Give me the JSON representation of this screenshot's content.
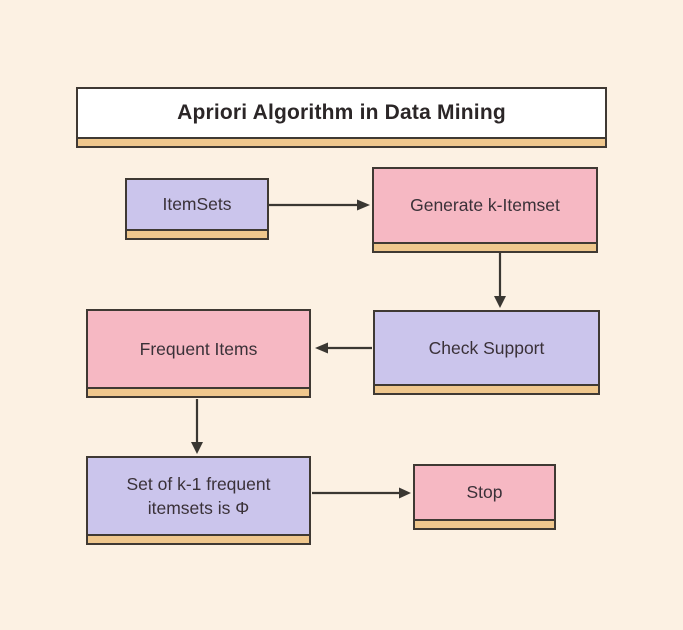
{
  "title": "Apriori Algorithm in Data Mining",
  "diagram": {
    "nodes": [
      {
        "id": "itemsets",
        "label": "ItemSets",
        "fill": "lavender"
      },
      {
        "id": "generate_k_itemset",
        "label": "Generate k-Itemset",
        "fill": "pink"
      },
      {
        "id": "check_support",
        "label": "Check Support",
        "fill": "lavender"
      },
      {
        "id": "frequent_items",
        "label": "Frequent Items",
        "fill": "pink"
      },
      {
        "id": "set_k_minus_1",
        "label": "Set of k-1 frequent itemsets is Φ",
        "fill": "lavender"
      },
      {
        "id": "stop",
        "label": "Stop",
        "fill": "pink"
      }
    ],
    "edges": [
      {
        "from": "itemsets",
        "to": "generate_k_itemset",
        "direction": "right"
      },
      {
        "from": "generate_k_itemset",
        "to": "check_support",
        "direction": "down"
      },
      {
        "from": "check_support",
        "to": "frequent_items",
        "direction": "left"
      },
      {
        "from": "frequent_items",
        "to": "set_k_minus_1",
        "direction": "down"
      },
      {
        "from": "set_k_minus_1",
        "to": "stop",
        "direction": "right"
      }
    ]
  },
  "colors": {
    "background": "#fcf1e3",
    "box_white": "#ffffff",
    "node_lavender": "#cbc5ec",
    "node_pink": "#f6b8c3",
    "shadow_tan": "#efc78d",
    "border": "#3f3933",
    "text": "#3a3138",
    "title_text": "#2b2627",
    "arrow": "#3a3732"
  }
}
